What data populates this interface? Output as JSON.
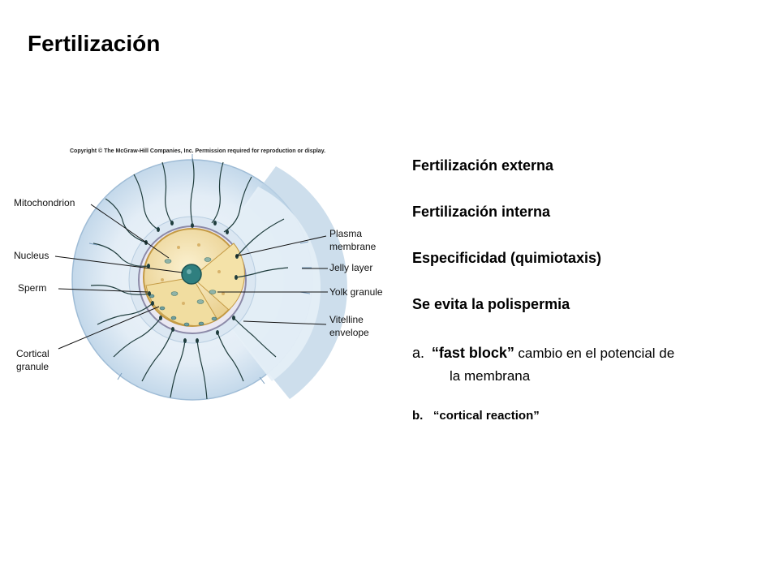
{
  "title": "Fertilización",
  "figure": {
    "copyright": "Copyright © The McGraw-Hill Companies, Inc. Permission required for reproduction or display.",
    "labels": {
      "mitochondrion": "Mitochondrion",
      "nucleus": "Nucleus",
      "sperm": "Sperm",
      "cortical_1": "Cortical",
      "cortical_2": "granule",
      "plasma_1": "Plasma",
      "plasma_2": "membrane",
      "jelly": "Jelly layer",
      "yolk": "Yolk granule",
      "vitelline_1": "Vitelline",
      "vitelline_2": "envelope"
    },
    "colors": {
      "jelly": "#cfe0ee",
      "cytoplasm": "#f6e7b8",
      "nucleus": "#2f7f7f",
      "sperm": "#1f3d3d"
    }
  },
  "points": {
    "p1": "Fertilización externa",
    "p2": "Fertilización interna",
    "p3": "Especificidad (quimiotaxis)",
    "p4": "Se evita la polispermia",
    "a_mark": "a.",
    "a_keyword": "“fast block”",
    "a_text": "cambio en el potencial de",
    "a_text2": "la membrana",
    "b_mark": "b.",
    "b_text": "“cortical reaction”"
  }
}
